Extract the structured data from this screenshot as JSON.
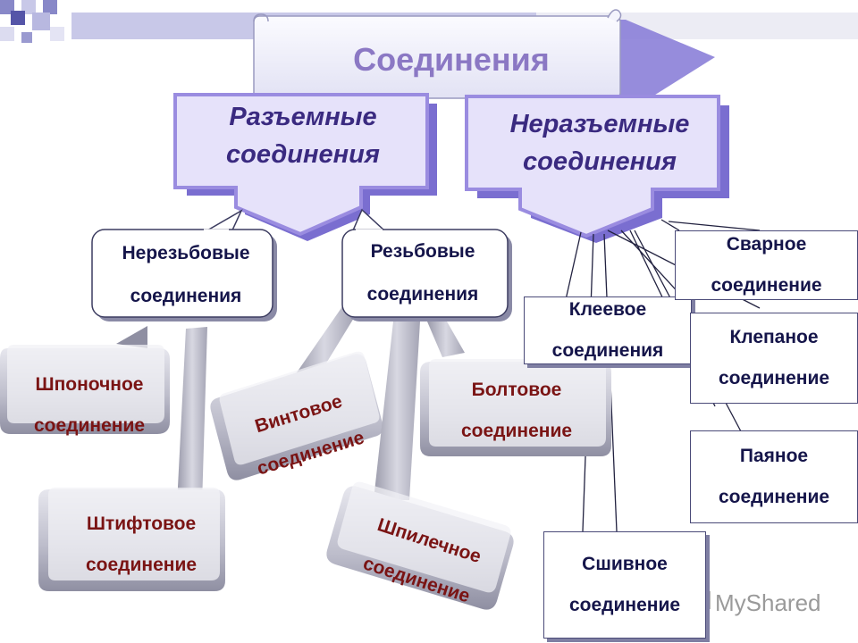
{
  "title": "Соединения",
  "detachable": {
    "line1": "Разъемные",
    "line2": "соединения"
  },
  "permanent": {
    "line1": "Неразъемные",
    "line2": "соединения"
  },
  "nonthreaded": {
    "line1": "Нерезьбовые",
    "line2": "соединения"
  },
  "threaded": {
    "line1": "Резьбовые",
    "line2": "соединения"
  },
  "key": {
    "line1": "Шпоночное",
    "line2": "соединение"
  },
  "pin": {
    "line1": "Штифтовое",
    "line2": "соединение"
  },
  "screw": {
    "line1": "Винтовое",
    "line2": "соединение"
  },
  "stud": {
    "line1": "Шпилечное",
    "line2": "соединение"
  },
  "bolt": {
    "line1": "Болтовое",
    "line2": "соединение"
  },
  "glued": {
    "line1": "Клеевое",
    "line2": "соединения"
  },
  "welded": {
    "line1": "Сварное",
    "line2": "соединение"
  },
  "riveted": {
    "line1": "Клепаное",
    "line2": "соединение"
  },
  "soldered": {
    "line1": "Паяное",
    "line2": "соединение"
  },
  "sewn": {
    "line1": "Сшивное",
    "line2": "соединение"
  },
  "watermark": "MyShared",
  "colors": {
    "accent_purple": "#8b78c4",
    "box_border": "#9a8ce0",
    "callout_gray": "#b6b6c4",
    "dark_red_text": "#7a1414",
    "navy_text": "#15154a"
  }
}
